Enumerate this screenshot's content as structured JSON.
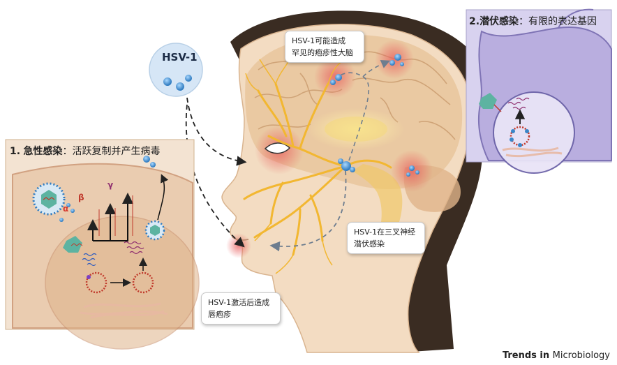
{
  "virus_label": "HSV-1",
  "panel_acute": {
    "number": "1.",
    "title_bold": "急性感染",
    "title_rest": "：活跃复制并产生病毒",
    "genes": [
      "α",
      "β",
      "γ"
    ]
  },
  "panel_latent": {
    "number": "2.",
    "title_bold": "潜伏感染",
    "title_rest": "：有限的表达基因"
  },
  "callouts": {
    "encephalitis": [
      "HSV-1可能造成",
      "罕见的疱疹性大脑"
    ],
    "trigeminal": [
      "HSV-1在三叉神经",
      "潜伏感染"
    ],
    "cold_sore": [
      "HSV-1激活后造成",
      "唇疱疹"
    ]
  },
  "brand": {
    "part1": "Trends in ",
    "part2": "Microbiology"
  },
  "colors": {
    "skin": "#f3dcc2",
    "skin_dark": "#e6bf98",
    "hair": "#3a2c22",
    "brain": "#e9c79e",
    "nerve": "#f2b731",
    "panel1_bg": "#ecd4bd",
    "panel2_bg": "#c9c2e6",
    "virus": "#3a86c8",
    "inflammation": "#e85a5a",
    "alpha": "#d63a2f",
    "beta": "#c0392b",
    "gamma": "#8e2d6e"
  }
}
